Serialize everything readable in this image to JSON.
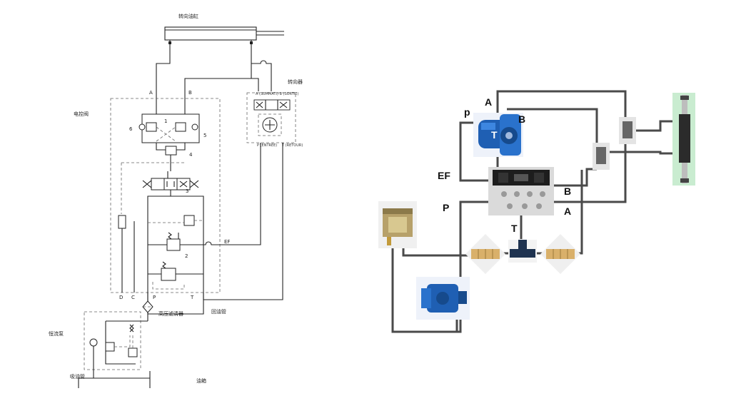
{
  "schematic": {
    "cylinder_label": "转向油缸",
    "steering_unit_label": "转向器",
    "solenoid_valve_label": "电控阀",
    "filter_label": "高压滤清器",
    "pump_label": "恒流泵",
    "suction_label": "吸油管",
    "return_label": "回油管",
    "tank_label": "油箱",
    "port_A": "A",
    "port_B": "B",
    "port_D": "D",
    "port_C": "C",
    "port_P": "P",
    "port_T": "T",
    "port_EF": "EF",
    "num_6": "6",
    "num_5": "5",
    "num_4": "4",
    "num_3": "3",
    "num_2": "2",
    "num_1": "1"
  },
  "photo_diagram": {
    "label_A_top": "A",
    "label_p_lower": "p",
    "label_B_top": "B",
    "label_T_pump": "T",
    "label_EF": "EF",
    "label_B_valve": "B",
    "label_P": "P",
    "label_A_valve": "A",
    "label_T_tee": "T"
  },
  "colors": {
    "pump_blue": "#1f5fb3",
    "cylinder_green": "#c9ecd0",
    "pipe_gray": "#4a4a4a"
  }
}
